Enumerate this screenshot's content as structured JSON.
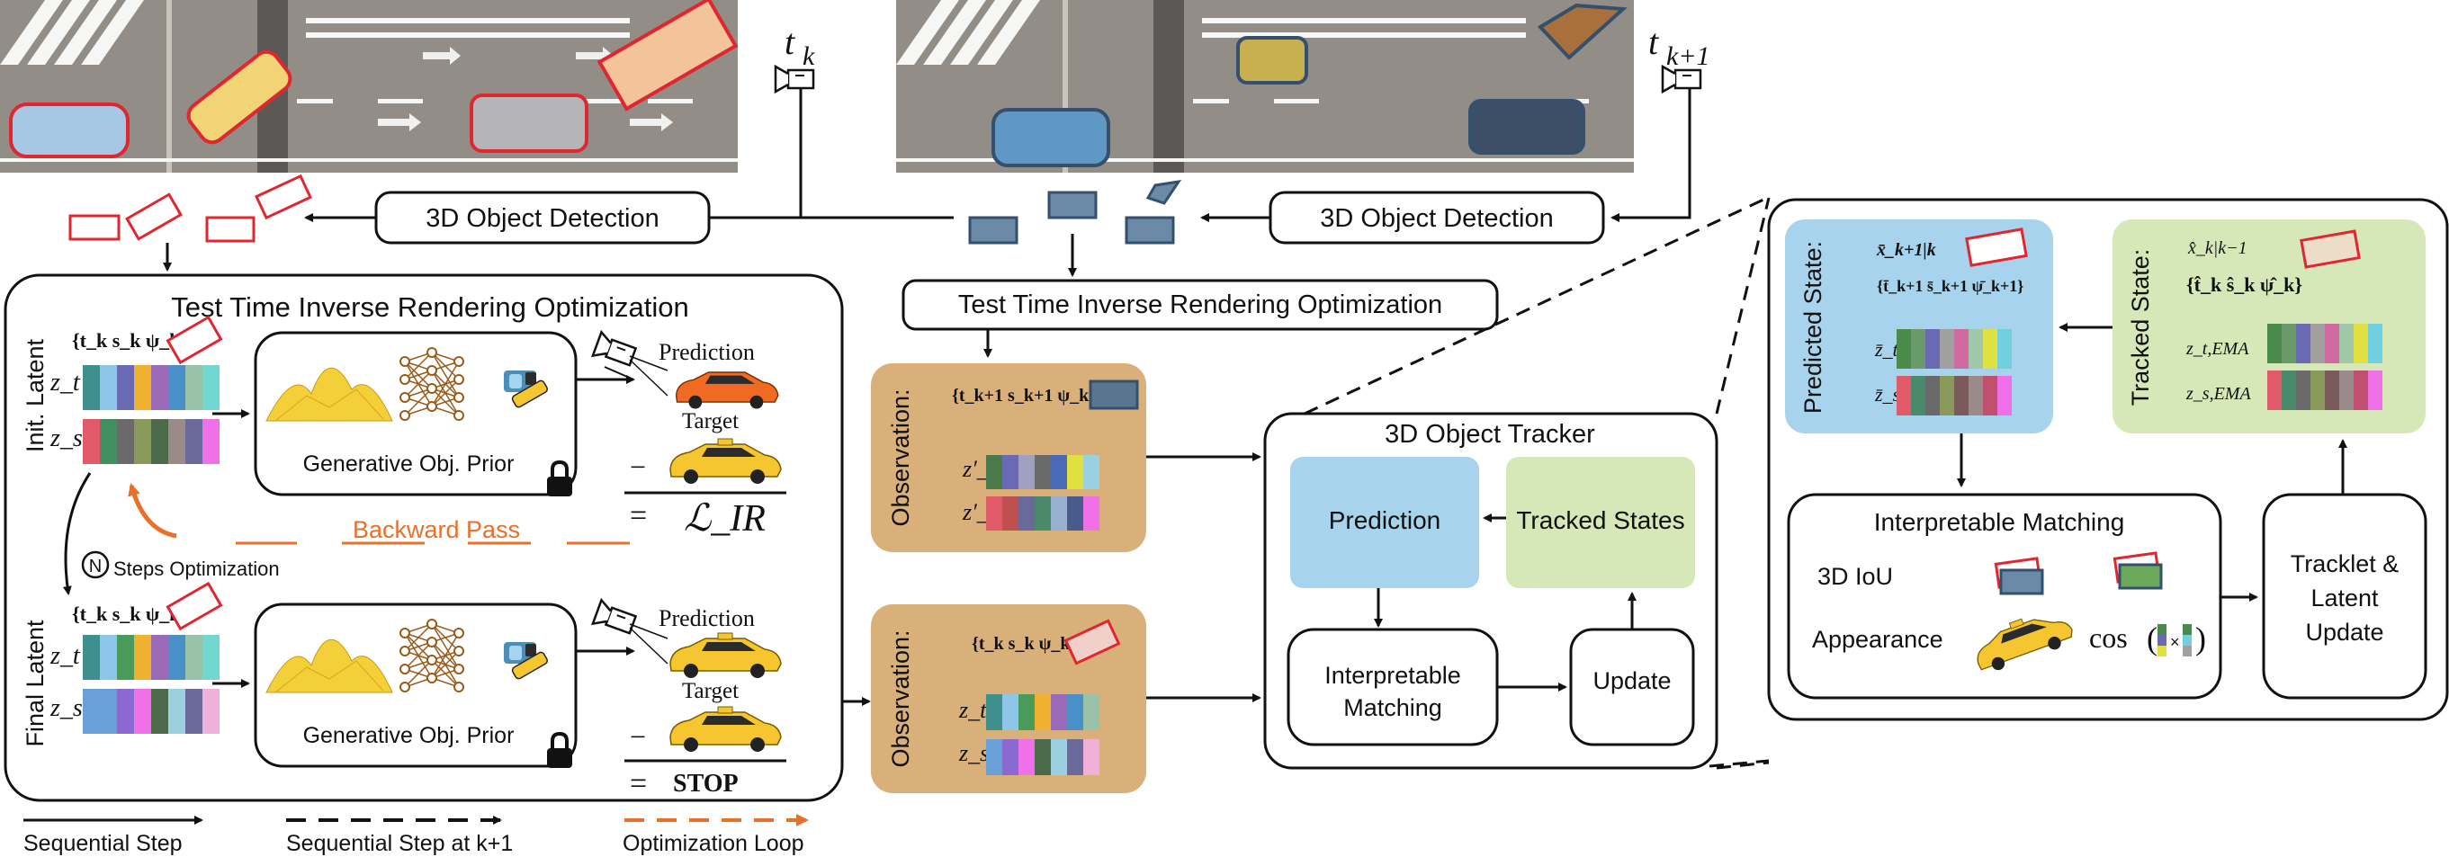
{
  "frames": {
    "t_k": {
      "var": "t",
      "sub": "k"
    },
    "t_k1": {
      "var": "t",
      "sub": "k+1"
    }
  },
  "detection": {
    "label_left": "3D Object Detection",
    "label_right": "3D Object Detection"
  },
  "inverse_rendering": {
    "title": "Test Time Inverse Rendering Optimization",
    "title_right": "Test Time Inverse Rendering Optimization",
    "init_latent": "Init. Latent",
    "final_latent": "Final Latent",
    "pose_set": "{t_k s_k ψ_k}",
    "z_t": "z_t",
    "z_s": "z_s",
    "prior_label": "Generative Obj. Prior",
    "prediction": "Prediction",
    "target": "Target",
    "minus": "−",
    "equals": "=",
    "loss": "ℒ_IR",
    "stop": "STOP",
    "backward_pass": "Backward Pass",
    "n_symbol": "N",
    "steps_opt": "Steps Optimization"
  },
  "observations": {
    "label": "Observation:",
    "top_pose": "{t_k+1 s_k+1 ψ_k+1}",
    "top_zt": "z′_t",
    "top_zs": "z′_s",
    "bottom_pose": "{t_k s_k ψ_k}",
    "bottom_zt": "z_t",
    "bottom_zs": "z_s"
  },
  "tracker": {
    "title": "3D Object Tracker",
    "prediction": "Prediction",
    "tracked_states": "Tracked States",
    "matching_line1": "Interpretable",
    "matching_line2": "Matching",
    "update": "Update"
  },
  "detail": {
    "predicted_state": "Predicted State:",
    "pred_x": "x̄_k+1|k",
    "pred_set": "{t̄_k+1 s̄_k+1 ψ̄_k+1}",
    "pred_zt": "z̄_t",
    "pred_zs": "z̄_s",
    "tracked_state": "Tracked State:",
    "tracked_x": "x̂_k|k−1",
    "tracked_set": "{t̂_k ŝ_k ψ̂_k}",
    "tracked_zt": "z_t,EMA",
    "tracked_zs": "z_s,EMA",
    "matching_title": "Interpretable Matching",
    "iou": "3D IoU",
    "appearance": "Appearance",
    "cos": "cos",
    "tracklet_line1": "Tracklet &",
    "tracklet_line2": "Latent",
    "tracklet_line3": "Update"
  },
  "legend": {
    "sequential": "Sequential Step",
    "sequential_k1": "Sequential Step at k+1",
    "optimization": "Optimization Loop"
  },
  "colors": {
    "detection_red": "#e0262e",
    "detection_blue": "#5a7590",
    "observation_bg": "#d9b07a",
    "prediction_bg": "#a8d3ec",
    "tracked_bg": "#d6e8b8",
    "orange": "#e8702a"
  }
}
